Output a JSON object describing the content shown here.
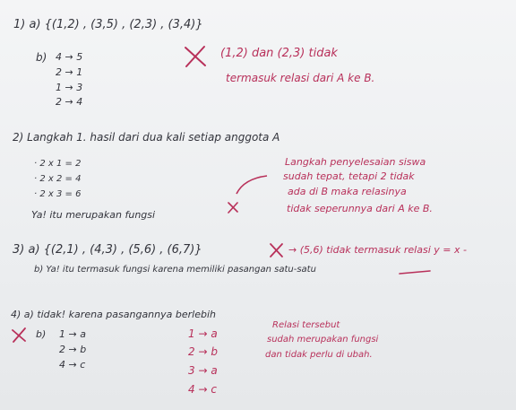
{
  "q1": {
    "a": "1) a) {(1,2) , (3,5) , (2,3) , (3,4)}",
    "b_label": "b)",
    "b_lines": [
      "4 → 5",
      "2 → 1",
      "1 → 3",
      "2 → 4"
    ],
    "correction": [
      "(1,2) dan (2,3) tidak",
      "termasuk relasi dari A ke B."
    ]
  },
  "q2": {
    "intro": "2) Langkah 1. hasil dari dua kali setiap anggota A",
    "items": [
      "· 2 x 1 = 2",
      "· 2 x 2 = 4",
      "· 2 x 3 = 6"
    ],
    "answer": "Ya! itu merupakan fungsi",
    "correction": [
      "Langkah penyelesaian siswa",
      "sudah tepat, tetapi 2 tidak",
      "ada di B maka relasinya",
      "tidak seperunnya dari A ke B."
    ]
  },
  "q3": {
    "a": "3) a) {(2,1) , (4,3) , (5,6) , (6,7)}",
    "correction": "→ (5,6) tidak termasuk relasi y = x -",
    "b": "b) Ya! itu termasuk fungsi karena memiliki pasangan satu-satu"
  },
  "q4": {
    "a": "4) a) tidak! karena pasangannya berlebih",
    "b_label": "b)",
    "b_lines": [
      "1 → a",
      "2 → b",
      "4 → c"
    ],
    "red_lines": [
      "1 → a",
      "2 → b",
      "3 → a",
      "4 → c"
    ],
    "correction": [
      "Relasi tersebut",
      "sudah merupakan fungsi",
      "dan tidak perlu di ubah."
    ]
  },
  "colors": {
    "pencil": "#33343c",
    "red_pen": "#b8305a"
  }
}
